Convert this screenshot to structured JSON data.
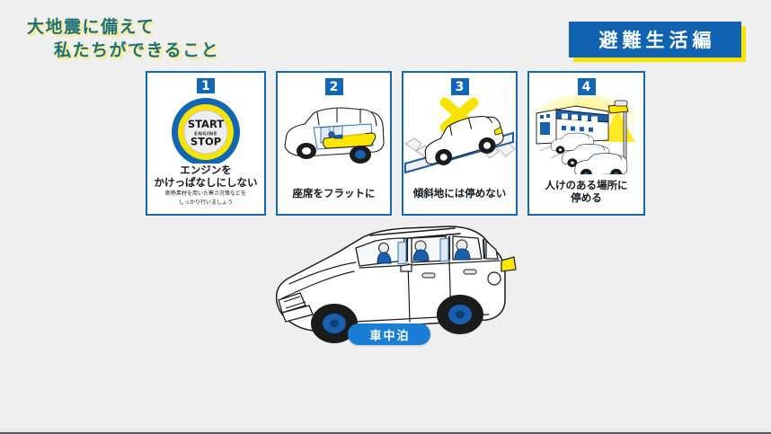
{
  "slide": {
    "background_color": "#efefef",
    "accent_blue": "#1167b4",
    "accent_yellow": "#f6e400",
    "title_color": "#1a6f86"
  },
  "headline": {
    "line1": "大地震に備えて",
    "line2": "私たちができること"
  },
  "section_badge": {
    "label": "避難生活編",
    "background_color": "#1162b0",
    "shadow_color": "#f6e400",
    "text_color": "#ffffff"
  },
  "cards": [
    {
      "number": "1",
      "icon": "engine-start-stop-button-icon",
      "caption_line1": "エンジンを",
      "caption_line2": "かけっぱなしにしない",
      "subcaption_line1": "断熱素材を用いた寒さ対策などを",
      "subcaption_line2": "しっかり行いましょう"
    },
    {
      "number": "2",
      "icon": "car-flat-seats-icon",
      "caption_line1": "座席をフラットに",
      "caption_line2": "",
      "subcaption_line1": "",
      "subcaption_line2": ""
    },
    {
      "number": "3",
      "icon": "car-on-slope-prohibited-icon",
      "caption_line1": "傾斜地には停めない",
      "caption_line2": "",
      "subcaption_line1": "",
      "subcaption_line2": ""
    },
    {
      "number": "4",
      "icon": "parking-lot-near-building-icon",
      "caption_line1": "人けのある場所に",
      "caption_line2": "停める",
      "subcaption_line1": "",
      "subcaption_line2": ""
    }
  ],
  "engine_button": {
    "top_label": "START",
    "middle_label": "ENGINE",
    "bottom_label": "STOP",
    "ring_outer_color": "#1167b4",
    "ring_inner_color": "#f6e400"
  },
  "hero": {
    "illustration": "white-suv-with-occupants-illustration",
    "pill_label": "車中泊",
    "pill_color": "#1a7fd4"
  }
}
